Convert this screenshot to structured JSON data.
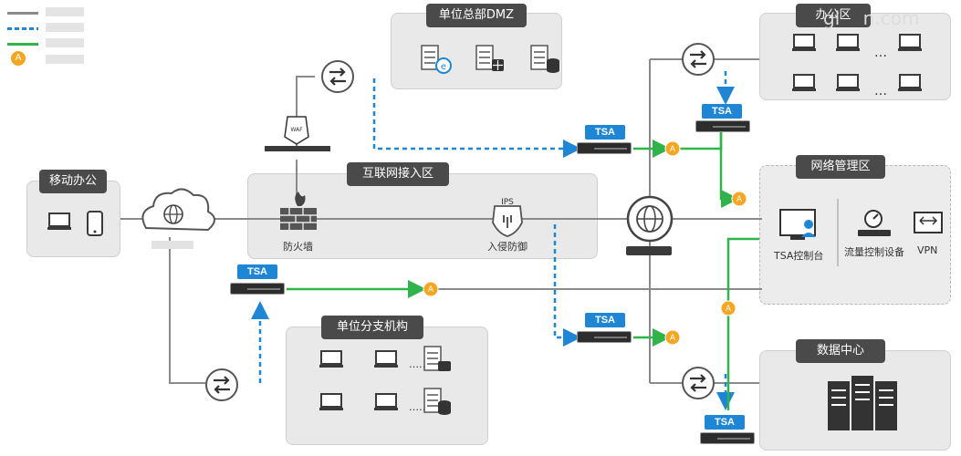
{
  "zones": {
    "dmz": "单位总部DMZ",
    "office": "办公区",
    "mobile": "移动办公",
    "internet": "互联网接入区",
    "netmgmt": "网络管理区",
    "branch": "单位分支机构",
    "datacenter": "数据中心"
  },
  "devices": {
    "firewall": "防火墙",
    "ips_tag": "IPS",
    "ips": "入侵防御",
    "waf": "WAF",
    "tsa_console": "TSA控制台",
    "flow_control": "流量控制设备",
    "vpn": "VPN"
  },
  "tsa_label": "TSA",
  "alert_badge": "A",
  "watermark": "gl    n.com",
  "legend": [
    {
      "color": "#8a8a8a",
      "style": "solid"
    },
    {
      "color": "#1f86d6",
      "style": "dashed"
    },
    {
      "color": "#2fb34a",
      "style": "solid"
    }
  ],
  "colors": {
    "blue": "#1f86d6",
    "green": "#2fb34a",
    "gray": "#8a8a8a",
    "orange": "#f5a623",
    "dark": "#4a4a4a"
  }
}
